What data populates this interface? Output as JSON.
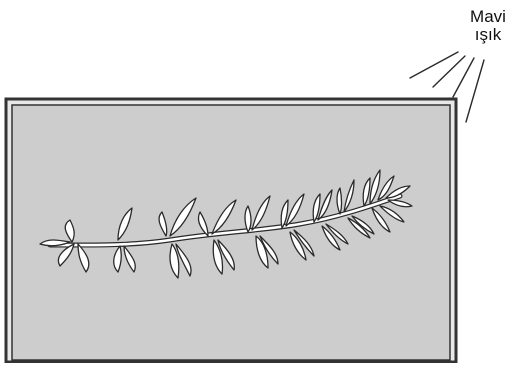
{
  "labels": {
    "line1": "Mavi",
    "line2": "ışık"
  },
  "colors": {
    "tank_border": "#3c3c3c",
    "tank_water": "#cccccc",
    "plant_stroke": "#2a2a2a",
    "plant_fill": "#ffffff",
    "light_rays": "#2a2a2a"
  },
  "icons": {
    "plant": "aquatic-plant-sprig",
    "light": "light-rays"
  }
}
